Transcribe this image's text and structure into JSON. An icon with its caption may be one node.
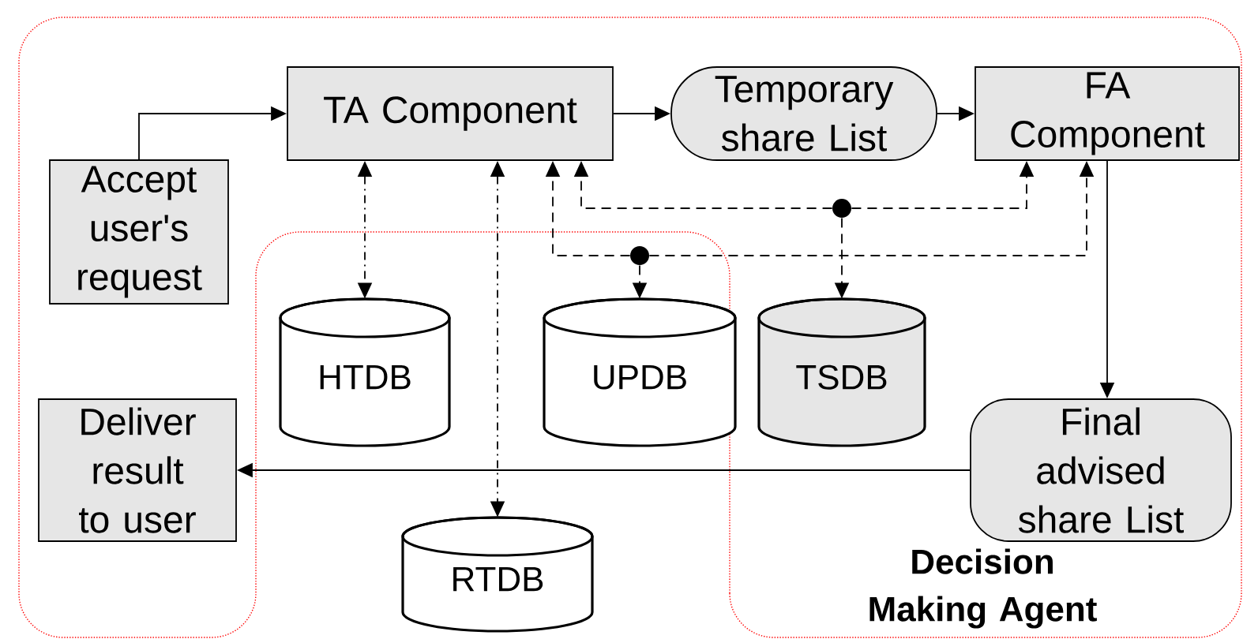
{
  "diagram": {
    "nodes": [
      {
        "text": [
          "TA Component"
        ]
      },
      {
        "text": [
          "Temporary share List"
        ]
      },
      {
        "text": [
          "FA Component"
        ]
      },
      {
        "text": [
          "Accept user's request"
        ]
      },
      {
        "text": [
          "HTDB"
        ]
      },
      {
        "text": [
          "UPDB"
        ]
      },
      {
        "text": [
          "TSDB"
        ]
      },
      {
        "text": [
          "Deliver result to user"
        ]
      },
      {
        "text": [
          "Final advised share List"
        ]
      },
      {
        "text": [
          "RTDB"
        ]
      },
      {
        "text": [],
        "shape": "circle"
      },
      {
        "text": [],
        "shape": "circle"
      }
    ],
    "edges": [
      {
        "from": 3,
        "to": 0,
        "arrow": "to"
      },
      {
        "from": 0,
        "to": 1,
        "arrow": "to"
      },
      {
        "from": 1,
        "to": 2,
        "arrow": "to"
      },
      {
        "from": 2,
        "to": 8,
        "arrow": "to"
      },
      {
        "from": 8,
        "to": 7,
        "arrow": "to"
      },
      {
        "from": 0,
        "to": 4,
        "arrow": "both",
        "style": "dashed"
      },
      {
        "from": 0,
        "to": 9,
        "arrow": "both",
        "style": "dashed"
      },
      {
        "from": 10,
        "to": 0,
        "arrow": "to",
        "style": "dashed"
      },
      {
        "from": 10,
        "to": 2,
        "arrow": "to",
        "style": "dashed"
      },
      {
        "from": 10,
        "to": 6,
        "arrow": "to",
        "style": "dashed"
      },
      {
        "from": 11,
        "to": 0,
        "arrow": "to",
        "style": "dashed"
      },
      {
        "from": 11,
        "to": 2,
        "arrow": "to",
        "style": "dashed"
      },
      {
        "from": 11,
        "to": 5,
        "arrow": "to",
        "style": "dashed"
      }
    ],
    "labels": [
      "Decision Making Agent"
    ]
  }
}
